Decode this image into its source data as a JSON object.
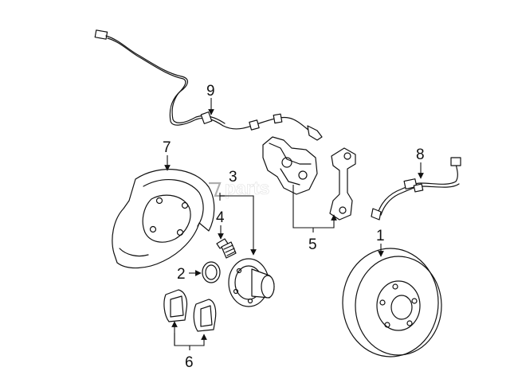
{
  "diagram": {
    "watermark": "parts",
    "callouts": [
      {
        "id": "1",
        "label": "1"
      },
      {
        "id": "2",
        "label": "2"
      },
      {
        "id": "3",
        "label": "3"
      },
      {
        "id": "4",
        "label": "4"
      },
      {
        "id": "5",
        "label": "5"
      },
      {
        "id": "6",
        "label": "6"
      },
      {
        "id": "7",
        "label": "7"
      },
      {
        "id": "8",
        "label": "8"
      },
      {
        "id": "9",
        "label": "9"
      }
    ]
  }
}
